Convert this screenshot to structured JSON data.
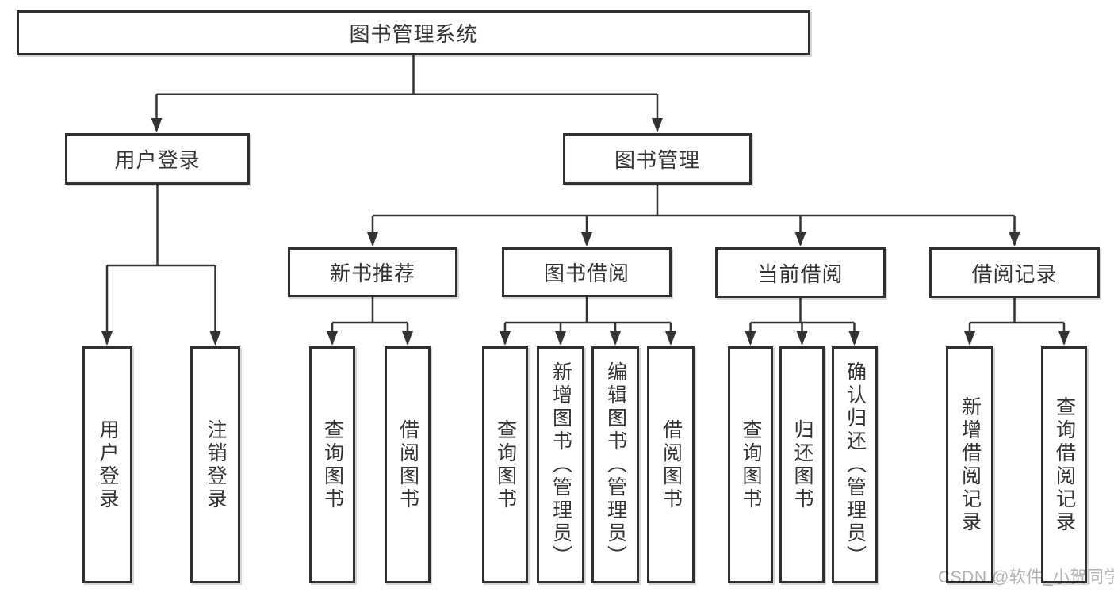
{
  "colors": {
    "background": "#ffffff",
    "line": "#333333",
    "box_border": "#2f2f2f",
    "text": "#333333",
    "watermark": "#b2b2b2"
  },
  "watermark": {
    "text": "CSDN @软件_小贺同学"
  },
  "nodes": {
    "root": {
      "label": "图书管理系统"
    },
    "user_login_branch": {
      "label": "用户登录"
    },
    "book_management": {
      "label": "图书管理"
    },
    "new_book_recommend": {
      "label": "新书推荐"
    },
    "book_borrow": {
      "label": "图书借阅"
    },
    "current_borrow": {
      "label": "当前借阅"
    },
    "borrow_records": {
      "label": "借阅记录"
    },
    "leaf_user_login": {
      "label": "用户登录"
    },
    "leaf_logout": {
      "label": "注销登录"
    },
    "leaf_recommend_query_books": {
      "label": "查询图书"
    },
    "leaf_recommend_borrow_books": {
      "label": "借阅图书"
    },
    "leaf_borrow_query_books": {
      "label": "查询图书"
    },
    "leaf_borrow_add_books_admin": {
      "label": "新增图书（管理员）"
    },
    "leaf_borrow_edit_books_admin": {
      "label": "编辑图书（管理员）"
    },
    "leaf_borrow_borrow_books": {
      "label": "借阅图书"
    },
    "leaf_current_query_books": {
      "label": "查询图书"
    },
    "leaf_current_return_books": {
      "label": "归还图书"
    },
    "leaf_current_confirm_return_admin": {
      "label": "确认归还（管理员）"
    },
    "leaf_records_add_record": {
      "label": "新增借阅记录"
    },
    "leaf_records_query_record": {
      "label": "查询借阅记录"
    }
  }
}
